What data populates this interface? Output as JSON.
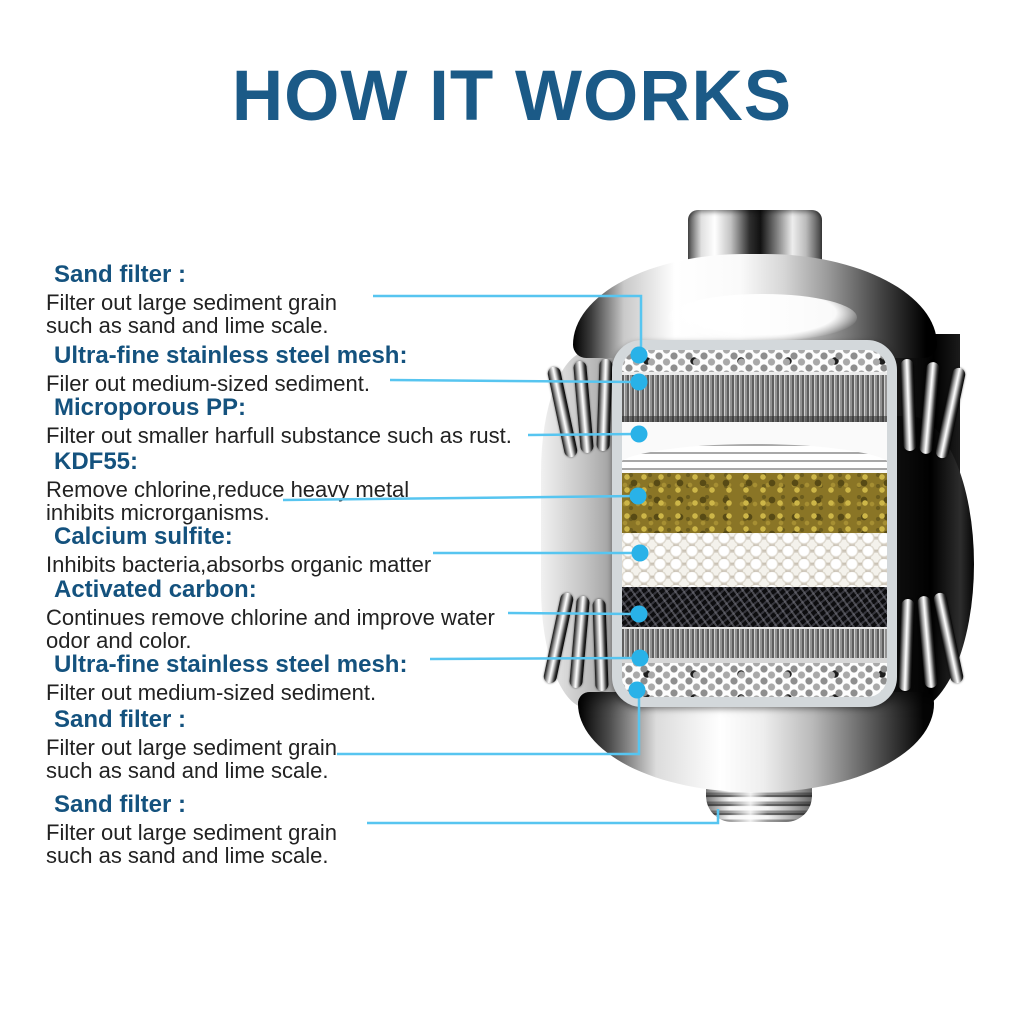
{
  "title": "HOW IT WORKS",
  "colors": {
    "title_blue": "#1b5a87",
    "heading_blue": "#14527e",
    "body_text": "#222222",
    "connector_line": "#57c5f0",
    "connector_dot": "#29b2e8"
  },
  "labels": [
    {
      "heading": "Sand filter  :",
      "desc": [
        "Filter out large sediment grain",
        "such as sand and lime scale."
      ]
    },
    {
      "heading": "Ultra-fine stainless steel mesh:",
      "desc": [
        "Filer out medium-sized sediment."
      ]
    },
    {
      "heading": "Microporous PP:",
      "desc": [
        "Filter out smaller harfull substance such as rust."
      ]
    },
    {
      "heading": "KDF55:",
      "desc": [
        "Remove chlorine,reduce heavy metal",
        "inhibits microrganisms."
      ]
    },
    {
      "heading": "Calcium sulfite:",
      "desc": [
        "Inhibits bacteria,absorbs organic matter"
      ]
    },
    {
      "heading": "Activated carbon:",
      "desc": [
        "Continues remove chlorine and improve water",
        "odor and color."
      ]
    },
    {
      "heading": "Ultra-fine stainless steel mesh:",
      "desc": [
        "Filter out medium-sized sediment."
      ]
    },
    {
      "heading": "Sand filter  :",
      "desc": [
        "Filter out large sediment grain",
        "such as sand and lime scale."
      ]
    },
    {
      "heading": "Sand filter  :",
      "desc": [
        "Filter out large sediment grain",
        "such as sand and lime scale."
      ]
    }
  ],
  "diagram": {
    "layers": [
      {
        "label": "Sand filter"
      },
      {
        "label": "Ultra-fine stainless steel mesh"
      },
      {
        "label": "Microporous PP"
      },
      {
        "label": "KDF55"
      },
      {
        "label": "Calcium sulfite"
      },
      {
        "label": "Activated carbon"
      },
      {
        "label": "Ultra-fine stainless steel mesh"
      },
      {
        "label": "Sand filter"
      }
    ]
  }
}
